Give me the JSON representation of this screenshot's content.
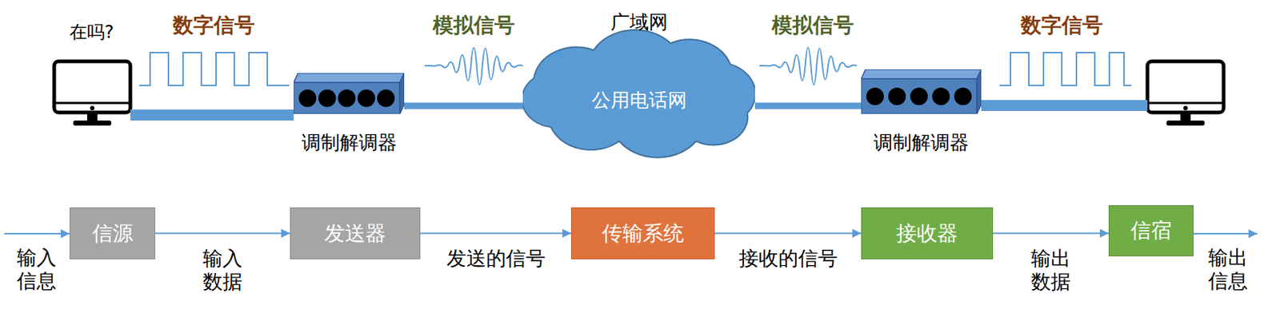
{
  "diagram": {
    "nodes": [
      {
        "text": [
          "调制解调器"
        ]
      },
      {
        "text": [
          "广域网",
          "公用电话网"
        ]
      },
      {
        "text": [
          "调制解调器"
        ]
      },
      {
        "text": [
          "信源"
        ]
      },
      {
        "text": [
          "发送器"
        ]
      },
      {
        "text": [
          "传输系统"
        ]
      },
      {
        "text": [
          "接收器"
        ]
      },
      {
        "text": [
          "信宿"
        ]
      }
    ],
    "edges": [
      {
        "from": 0,
        "to": 1,
        "arrow": "none"
      },
      {
        "from": 1,
        "to": 2,
        "arrow": "none"
      },
      {
        "from": 3,
        "to": 4,
        "arrow": "to",
        "label": "输入 数据"
      },
      {
        "from": 4,
        "to": 5,
        "arrow": "to",
        "label": "发送的信号"
      },
      {
        "from": 5,
        "to": 6,
        "arrow": "to",
        "label": "接收的信号"
      },
      {
        "from": 6,
        "to": 7,
        "arrow": "to",
        "label": "输出 数据"
      }
    ],
    "labels": [
      "在吗?",
      "数字信号",
      "模拟信号",
      "模拟信号",
      "数字信号",
      "输入 信息",
      "输出 信息"
    ]
  }
}
